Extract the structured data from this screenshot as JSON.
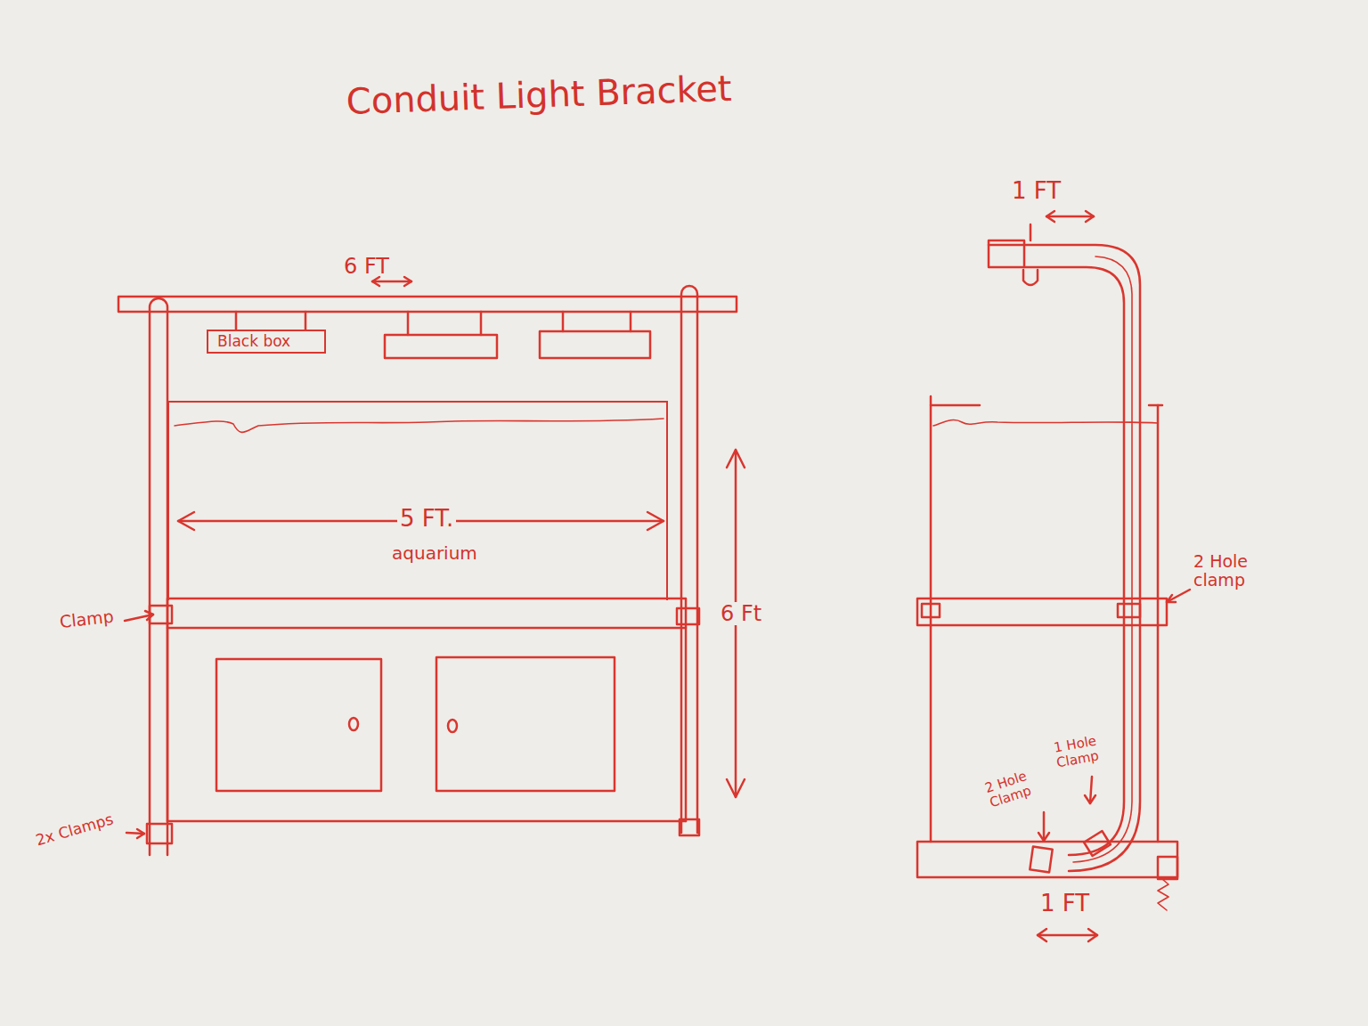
{
  "diagram": {
    "title": "Conduit Light Bracket",
    "nodes": [
      {
        "text": [
          "Black box"
        ]
      },
      {
        "text": [
          "5 FT.",
          "aquarium"
        ]
      }
    ],
    "labels": [
      "6 FT",
      "Clamp",
      "2x Clamps",
      "6 Ft",
      "1 FT",
      "2 Hole clamp",
      "1 Hole Clamp",
      "2 Hole Clamp",
      "1 FT"
    ]
  }
}
